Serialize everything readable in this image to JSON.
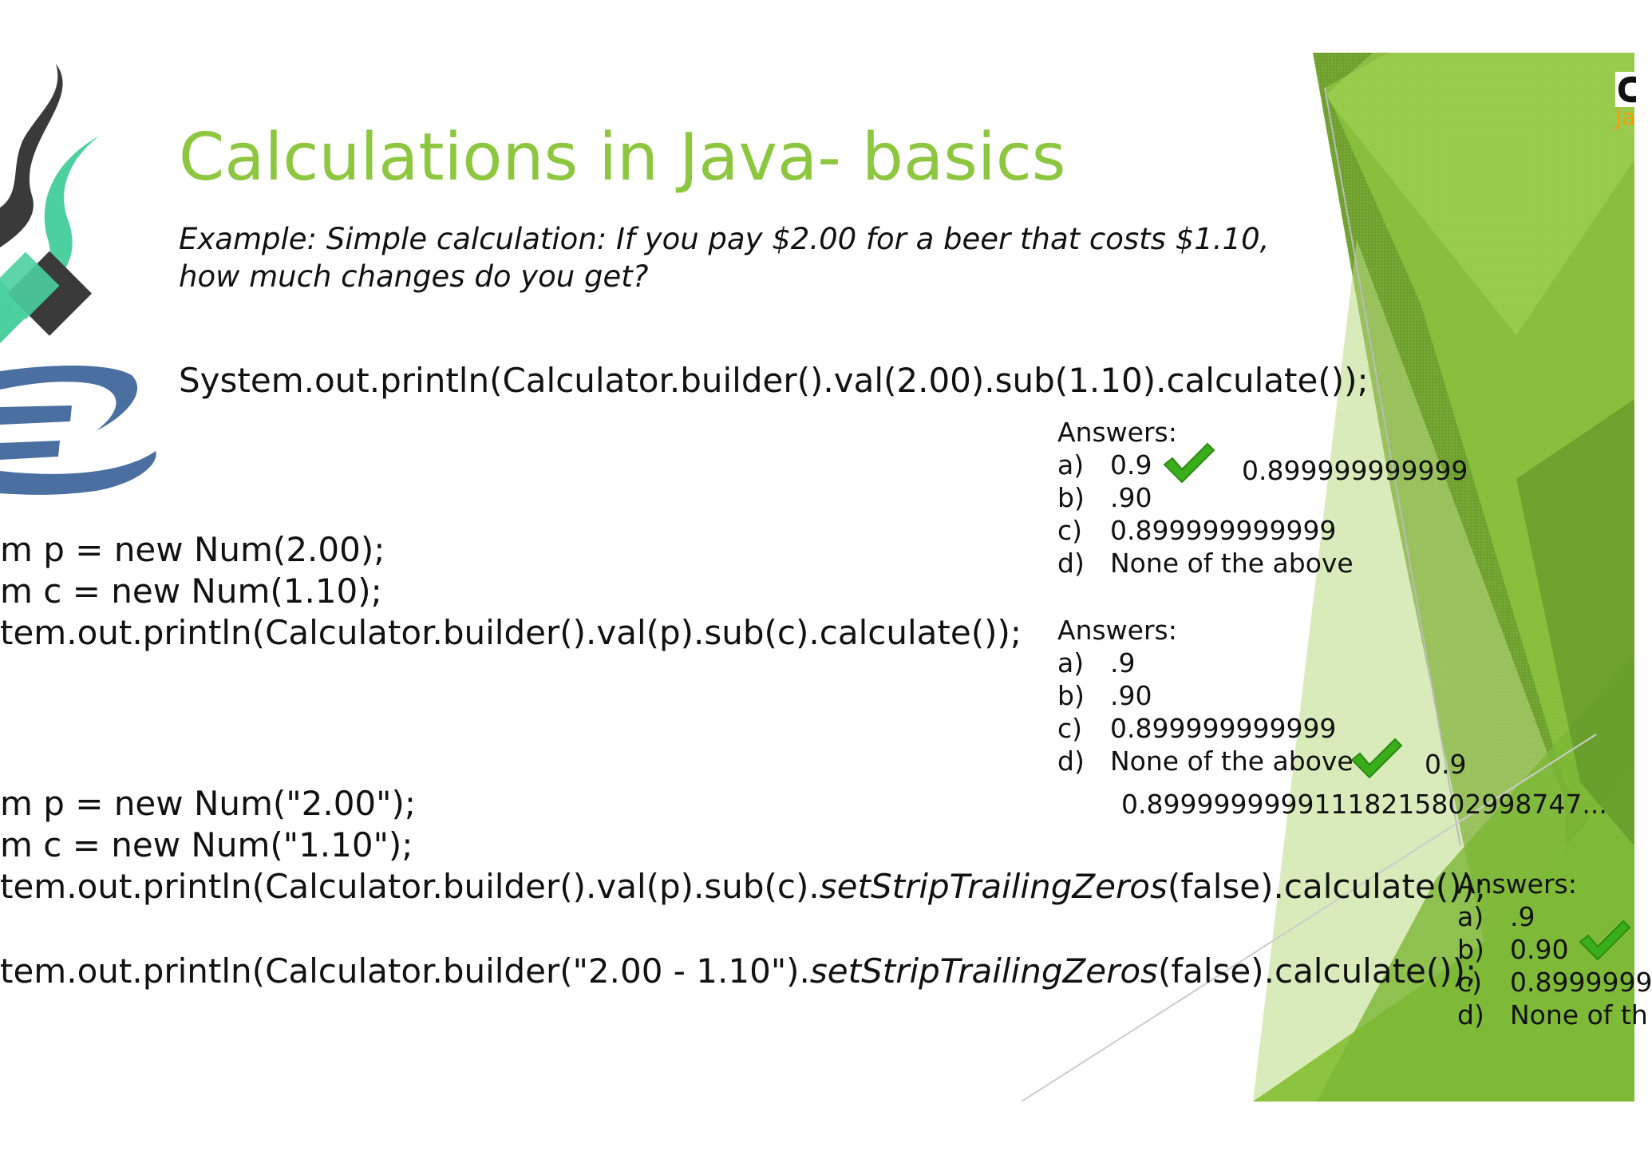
{
  "slide": {
    "title": "Calculations in Java- basics",
    "example_line1": "Example: Simple calculation: If you pay $2.00 for a beer that costs $1.10,",
    "example_line2": "how much changes do you get?",
    "code_block1": "System.out.println(Calculator.builder().val(2.00).sub(1.10).calculate());",
    "code_block2": {
      "line1": "m p = new Num(2.00);",
      "line2": "m c = new Num(1.10);",
      "line3": "tem.out.println(Calculator.builder().val(p).sub(c).calculate());"
    },
    "code_block3": {
      "line1": "m p = new Num(\"2.00\");",
      "line2": "m c = new Num(\"1.10\");",
      "line3_a": "tem.out.println(Calculator.builder().val(p).sub(c).",
      "line3_b": "setStripTrailingZeros",
      "line3_c": "(false).calculate());",
      "line4_a": "tem.out.println(Calculator.builder(\"2.00 - 1.10\").",
      "line4_b": "setStripTrailingZeros",
      "line4_c": "(false).calculate());"
    },
    "answers1": {
      "heading": "Answers:",
      "options": [
        {
          "letter": "a)",
          "text": "0.9"
        },
        {
          "letter": "b)",
          "text": ".90"
        },
        {
          "letter": "c)",
          "text": "0.899999999999"
        },
        {
          "letter": "d)",
          "text": "None of the above"
        }
      ],
      "note": "0.899999999999"
    },
    "answers2": {
      "heading": "Answers:",
      "options": [
        {
          "letter": "a)",
          "text": ".9"
        },
        {
          "letter": "b)",
          "text": ".90"
        },
        {
          "letter": "c)",
          "text": "0.899999999999"
        },
        {
          "letter": "d)",
          "text": "None of the above"
        }
      ],
      "note1": "0.9",
      "note2": "0.89999999991118215802998747..."
    },
    "answers3": {
      "heading": "Answers:",
      "options": [
        {
          "letter": "a)",
          "text": ".9"
        },
        {
          "letter": "b)",
          "text": "0.90"
        },
        {
          "letter": "c)",
          "text": "0.8999999"
        },
        {
          "letter": "d)",
          "text": "None of th"
        }
      ]
    },
    "logo_partial": "Ja"
  },
  "colors": {
    "title_green": "#8dc63f",
    "check_green": "#3aae1a",
    "panel_dark_green": "#6a9a2a",
    "panel_light_green": "#b8d880",
    "java_dark": "#3a3a3a",
    "java_teal": "#4dd0a0",
    "java_blue": "#4a6fa0",
    "logo_orange": "#f39c12"
  },
  "icons": [
    "java-logo-icon",
    "checkmark-icon",
    "brand-logo-icon"
  ]
}
